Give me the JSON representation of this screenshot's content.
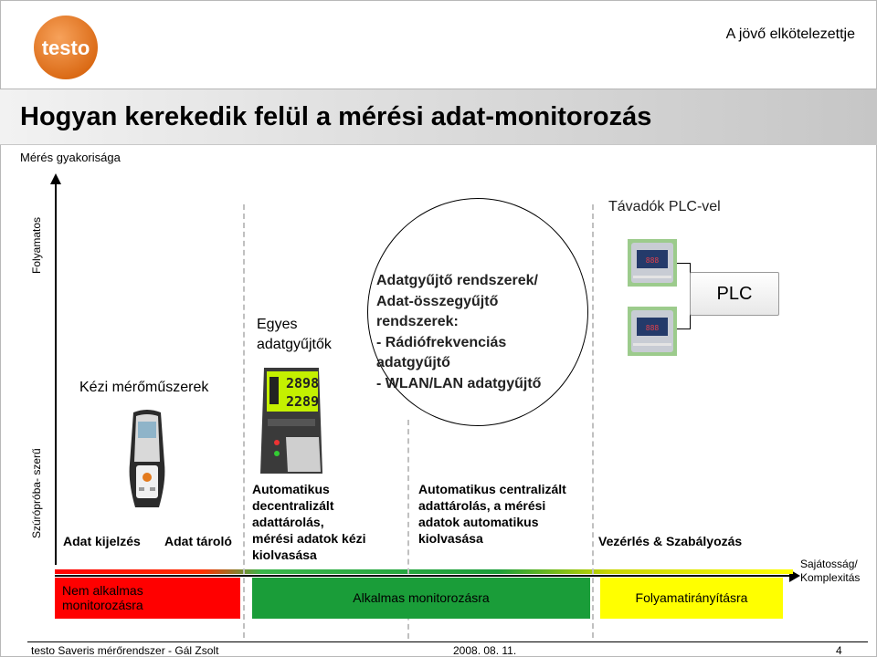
{
  "slide": {
    "tagline": "A jövő elkötelezettje",
    "title": "Hogyan kerekedik felül a mérési adat-monitorozás",
    "subtitle": "Mérés  gyakorisága"
  },
  "logo": {
    "text": "testo",
    "color": "#e2751d"
  },
  "axis": {
    "y_top_label": "Folyamatos",
    "y_bottom_label": "Szúrópróba- szerű",
    "x_label_line1": "Sajátosság/",
    "x_label_line2": "Komplexitás"
  },
  "categories": {
    "handheld": "Kézi mérőműszerek",
    "loggers_line1": "Egyes",
    "loggers_line2": "adatgyűjtők",
    "transmitters": "Távadók PLC-vel",
    "plc": "PLC"
  },
  "circle": {
    "line1": "Adatgyűjtő rendszerek/",
    "line2": "Adat-összegyűjtő",
    "line3": "rendszerek:",
    "line4": "- Rádiófrekvenciás",
    "line5": "adatgyűjtő",
    "line6": "- WLAN/LAN adatgyűjtő"
  },
  "logger_display": {
    "value1": "2898",
    "value2": "2289"
  },
  "descriptions": {
    "display": "Adat kijelzés",
    "storage": "Adat tároló",
    "decentral": [
      "Automatikus",
      "decentralizált",
      "adattárolás,",
      "mérési adatok kézi",
      "kiolvasása"
    ],
    "central": [
      "Automatikus centralizált",
      "adattárolás, a mérési",
      "adatok automatikus",
      "kiolvasása"
    ],
    "control": "Vezérlés & Szabályozás"
  },
  "bars": {
    "not_suitable_line1": "Nem alkalmas",
    "not_suitable_line2": "monitorozásra",
    "suitable": "Alkalmas monitorozásra",
    "process": "Folyamatirányításra",
    "colors": {
      "red": "#ff0000",
      "green": "#1a9d39",
      "yellow": "#ffff00"
    }
  },
  "footer": {
    "left": "testo Saveris mérőrendszer  -  Gál Zsolt",
    "date": "2008. 08. 11.",
    "page": "4"
  }
}
